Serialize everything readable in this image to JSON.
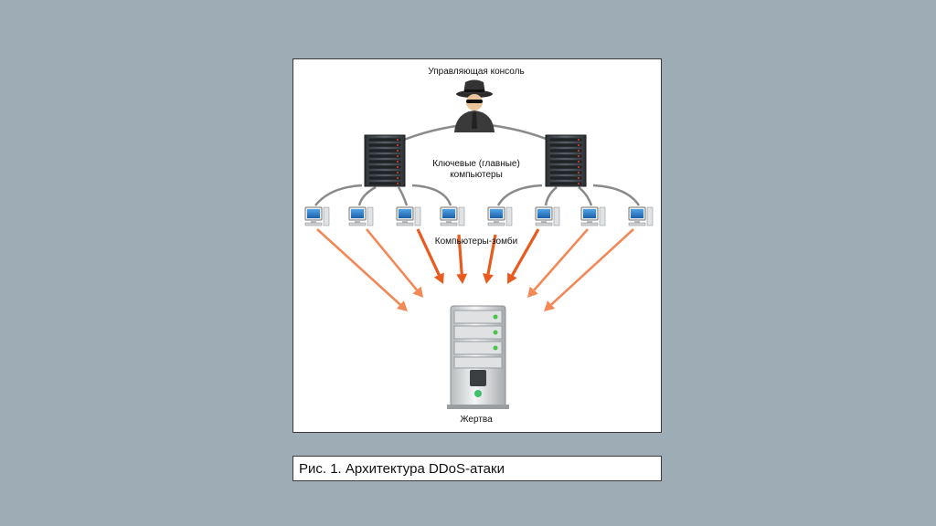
{
  "diagram": {
    "control_label": "Управляющая консоль",
    "masters_label": "Ключевые (главные)\nкомпьютеры",
    "zombies_label": "Компьютеры-зомби",
    "victim_label": "Жертва"
  },
  "caption": "Рис. 1. Архитектура DDoS-атаки",
  "colors": {
    "background": "#9eadb5",
    "arrow": "#f0743a",
    "arrow_bold": "#e85a1e",
    "connector": "#8a8a8a"
  },
  "icons": {
    "attacker": "hacker-icon",
    "master": "server-rack-icon",
    "zombie": "desktop-computer-icon",
    "victim": "tower-server-icon"
  }
}
